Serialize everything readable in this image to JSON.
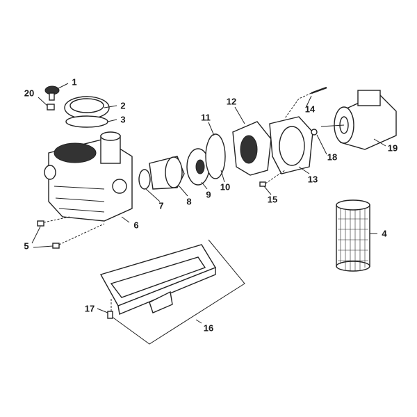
{
  "diagram": {
    "type": "exploded-parts-diagram",
    "callouts": [
      {
        "id": "1",
        "label": "1"
      },
      {
        "id": "2",
        "label": "2"
      },
      {
        "id": "3",
        "label": "3"
      },
      {
        "id": "4",
        "label": "4"
      },
      {
        "id": "5",
        "label": "5"
      },
      {
        "id": "6",
        "label": "6"
      },
      {
        "id": "7",
        "label": "7"
      },
      {
        "id": "8",
        "label": "8"
      },
      {
        "id": "9",
        "label": "9"
      },
      {
        "id": "10",
        "label": "10"
      },
      {
        "id": "11",
        "label": "11"
      },
      {
        "id": "12",
        "label": "12"
      },
      {
        "id": "13",
        "label": "13"
      },
      {
        "id": "14",
        "label": "14"
      },
      {
        "id": "15",
        "label": "15"
      },
      {
        "id": "16",
        "label": "16"
      },
      {
        "id": "17",
        "label": "17"
      },
      {
        "id": "18",
        "label": "18"
      },
      {
        "id": "19",
        "label": "19"
      },
      {
        "id": "20",
        "label": "20"
      }
    ]
  }
}
